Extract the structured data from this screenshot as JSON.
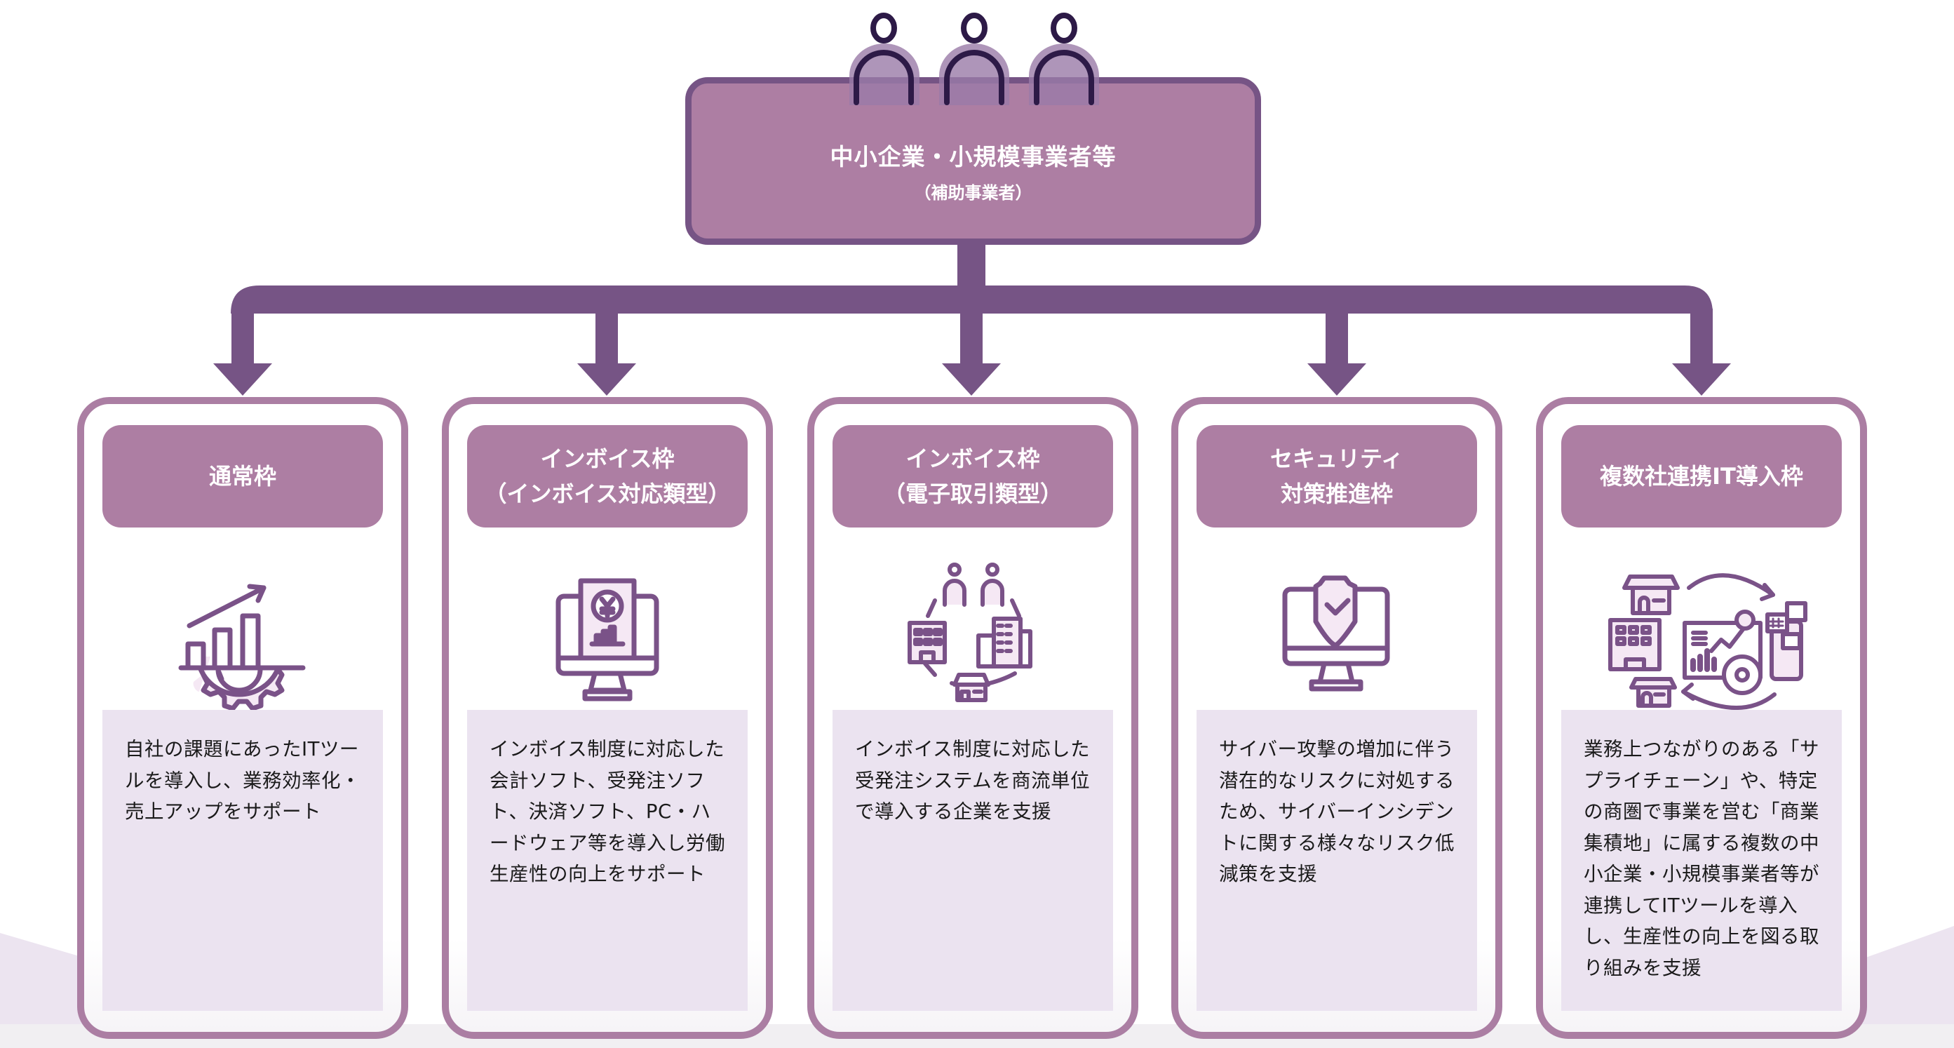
{
  "diagram": {
    "title": "中小企業・小規模事業者等",
    "subtitle": "（補助事業者）",
    "top_icon": "people-group-icon",
    "colors": {
      "connector": "#765485",
      "card_border": "#ab7ea3",
      "header_fill": "#ad7ea3",
      "description_fill": "#ebe3f0",
      "icon_stroke": "#7a5288",
      "icon_fill": "#f5e8f4"
    },
    "cards": [
      {
        "title": "通常枠",
        "icon": "growth-chart-gear-icon",
        "description": "自社の課題にあったITツー\nルを導入し、業務効率化・\n売上アップをサポート"
      },
      {
        "title": "インボイス枠\n（インボイス対応類型）",
        "icon": "monitor-yen-invoice-icon",
        "description": "インボイス制度に対応した\n会計ソフト、受発注ソフ\nト、決済ソフト、PC・ハ\nードウェア等を導入し労働\n生産性の向上をサポート"
      },
      {
        "title": "インボイス枠\n（電子取引類型）",
        "icon": "business-network-icon",
        "description": "インボイス制度に対応した\n受発注システムを商流単位\nで導入する企業を支援"
      },
      {
        "title": "セキュリティ\n対策推進枠",
        "icon": "monitor-shield-icon",
        "description": "サイバー攻撃の増加に伴う\n潜在的なリスクに対処する\nため、サイバーインシデン\nトに関する様々なリスク低\n減策を支援"
      },
      {
        "title": "複数社連携IT導入枠",
        "icon": "multi-company-collaboration-icon",
        "description": "業務上つながりのある「サ\nプライチェーン」や、特定\nの商圏で事業を営む「商業\n集積地」に属する複数の中\n小企業・小規模事業者等が\n連携してITツールを導入\nし、生産性の向上を図る取\nり組みを支援"
      }
    ]
  }
}
